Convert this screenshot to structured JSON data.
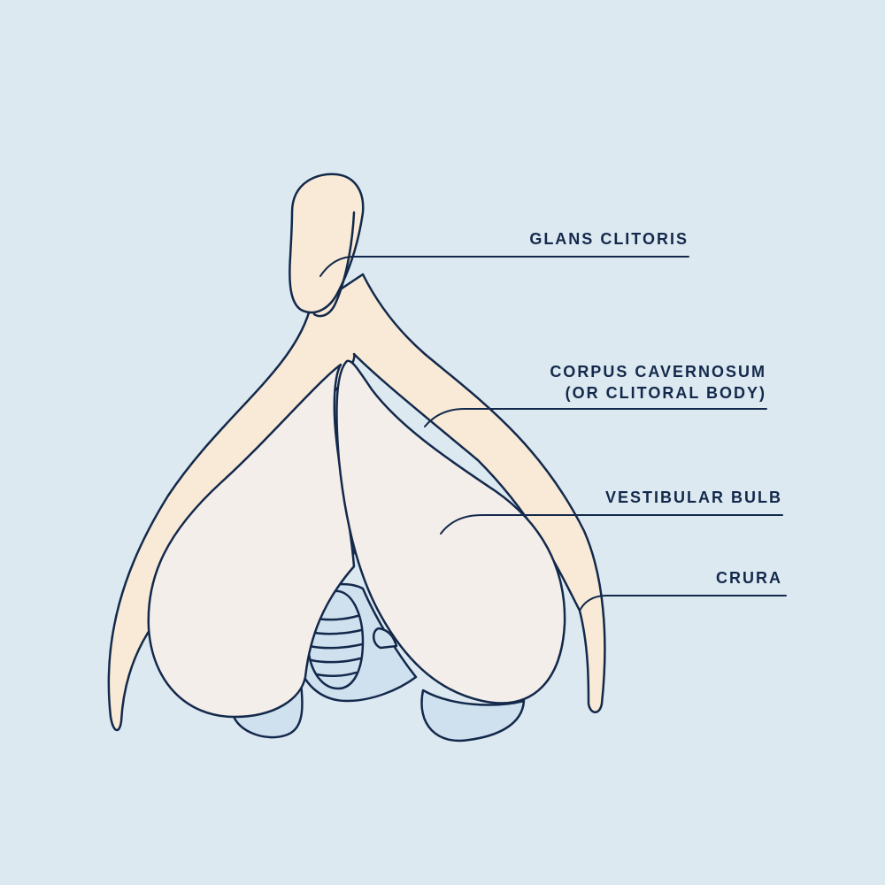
{
  "colors": {
    "background": "#dde9f1",
    "ink": "#13294b",
    "glans_and_crura": "#f8ead6",
    "vestibular_bulb": "#f4eeea",
    "underlying_structures": "#cfe1ee"
  },
  "labels": {
    "glans_clitoris": "GLANS CLITORIS",
    "corpus_line1": "CORPUS CAVERNOSUM",
    "corpus_line2": "(OR CLITORAL BODY)",
    "vestibular_bulb": "VESTIBULAR BULB",
    "crura": "CRURA"
  }
}
